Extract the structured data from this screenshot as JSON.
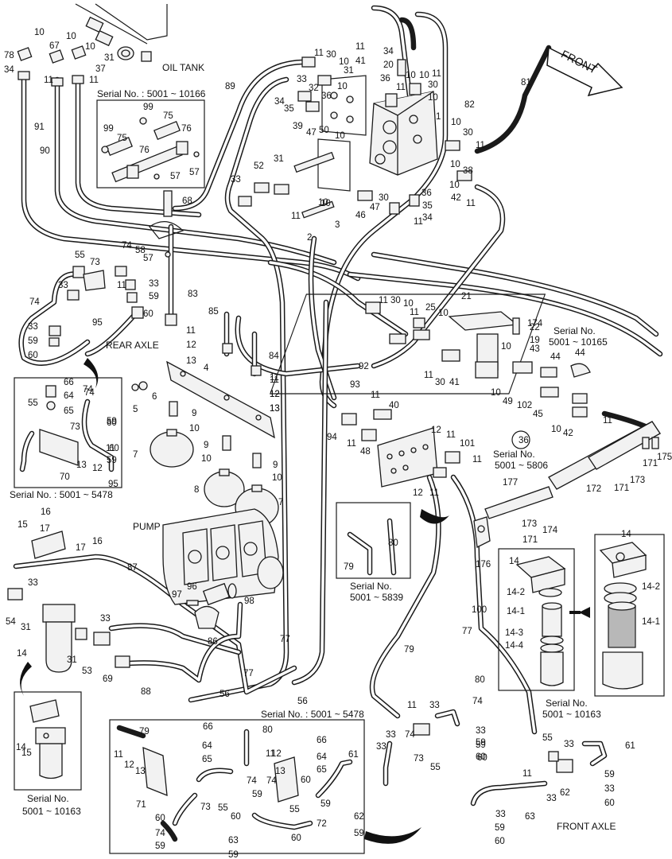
{
  "labels": {
    "oil_tank": "OIL TANK",
    "front": "FRONT",
    "pump": "PUMP",
    "rear_axle": "REAR AXLE",
    "front_axle": "FRONT AXLE"
  },
  "serials": {
    "s_top": "Serial No. : 5001 ~ 10166",
    "s_10165_a": "Serial No.",
    "s_10165_b": "5001 ~ 10165",
    "s_5806_a": "Serial No.",
    "s_5806_b": "5001 ~ 5806",
    "s_rear_5478": "Serial No. : 5001 ~ 5478",
    "s_5839_a": "Serial No.",
    "s_5839_b": "5001 ~ 5839",
    "s_10163_front_a": "Serial No.",
    "s_10163_front_b": "5001 ~ 10163",
    "s_bottom_5478": "Serial No. : 5001 ~ 5478",
    "s_10163_left_a": "Serial No.",
    "s_10163_left_b": "5001 ~ 10163"
  },
  "callouts": [
    {
      "t": "10"
    },
    {
      "t": "78"
    },
    {
      "t": "34"
    },
    {
      "t": "10"
    },
    {
      "t": "67"
    },
    {
      "t": "10"
    },
    {
      "t": "31"
    },
    {
      "t": "37"
    },
    {
      "t": "11"
    },
    {
      "t": "11"
    },
    {
      "t": "91"
    },
    {
      "t": "90"
    },
    {
      "t": "99"
    },
    {
      "t": "75"
    },
    {
      "t": "99"
    },
    {
      "t": "76"
    },
    {
      "t": "75"
    },
    {
      "t": "76"
    },
    {
      "t": "57"
    },
    {
      "t": "57"
    },
    {
      "t": "68"
    },
    {
      "t": "58"
    },
    {
      "t": "57"
    },
    {
      "t": "89"
    },
    {
      "t": "11"
    },
    {
      "t": "30"
    },
    {
      "t": "10"
    },
    {
      "t": "33"
    },
    {
      "t": "32"
    },
    {
      "t": "31"
    },
    {
      "t": "34"
    },
    {
      "t": "35"
    },
    {
      "t": "36"
    },
    {
      "t": "10"
    },
    {
      "t": "39"
    },
    {
      "t": "47"
    },
    {
      "t": "50"
    },
    {
      "t": "10"
    },
    {
      "t": "11"
    },
    {
      "t": "34"
    },
    {
      "t": "41"
    },
    {
      "t": "20"
    },
    {
      "t": "36"
    },
    {
      "t": "10"
    },
    {
      "t": "11"
    },
    {
      "t": "30"
    },
    {
      "t": "10"
    },
    {
      "t": "82"
    },
    {
      "t": "81"
    },
    {
      "t": "1"
    },
    {
      "t": "10"
    },
    {
      "t": "30"
    },
    {
      "t": "11"
    },
    {
      "t": "10"
    },
    {
      "t": "38"
    },
    {
      "t": "10"
    },
    {
      "t": "42"
    },
    {
      "t": "11"
    },
    {
      "t": "52"
    },
    {
      "t": "31"
    },
    {
      "t": "33"
    },
    {
      "t": "10"
    },
    {
      "t": "11"
    },
    {
      "t": "2"
    },
    {
      "t": "3"
    },
    {
      "t": "10"
    },
    {
      "t": "46"
    },
    {
      "t": "47"
    },
    {
      "t": "30"
    },
    {
      "t": "36"
    },
    {
      "t": "35"
    },
    {
      "t": "34"
    },
    {
      "t": "11"
    },
    {
      "t": "11"
    },
    {
      "t": "10"
    },
    {
      "t": "55"
    },
    {
      "t": "73"
    },
    {
      "t": "74"
    },
    {
      "t": "33"
    },
    {
      "t": "11"
    },
    {
      "t": "33"
    },
    {
      "t": "59"
    },
    {
      "t": "60"
    },
    {
      "t": "74"
    },
    {
      "t": "33"
    },
    {
      "t": "59"
    },
    {
      "t": "60"
    },
    {
      "t": "95"
    },
    {
      "t": "83"
    },
    {
      "t": "85"
    },
    {
      "t": "11"
    },
    {
      "t": "12"
    },
    {
      "t": "13"
    },
    {
      "t": "84"
    },
    {
      "t": "4"
    },
    {
      "t": "11"
    },
    {
      "t": "12"
    },
    {
      "t": "13"
    },
    {
      "t": "11"
    },
    {
      "t": "12"
    },
    {
      "t": "13"
    },
    {
      "t": "5"
    },
    {
      "t": "6"
    },
    {
      "t": "9"
    },
    {
      "t": "10"
    },
    {
      "t": "7"
    },
    {
      "t": "9"
    },
    {
      "t": "10"
    },
    {
      "t": "9"
    },
    {
      "t": "10"
    },
    {
      "t": "8"
    },
    {
      "t": "7"
    },
    {
      "t": "92"
    },
    {
      "t": "11"
    },
    {
      "t": "30"
    },
    {
      "t": "10"
    },
    {
      "t": "11"
    },
    {
      "t": "25"
    },
    {
      "t": "10"
    },
    {
      "t": "21"
    },
    {
      "t": "174"
    },
    {
      "t": "22"
    },
    {
      "t": "19"
    },
    {
      "t": "10"
    },
    {
      "t": "43"
    },
    {
      "t": "44"
    },
    {
      "t": "44"
    },
    {
      "t": "11"
    },
    {
      "t": "30"
    },
    {
      "t": "41"
    },
    {
      "t": "10"
    },
    {
      "t": "49"
    },
    {
      "t": "102"
    },
    {
      "t": "45"
    },
    {
      "t": "10"
    },
    {
      "t": "42"
    },
    {
      "t": "11"
    },
    {
      "t": "36"
    },
    {
      "t": "93"
    },
    {
      "t": "11"
    },
    {
      "t": "40"
    },
    {
      "t": "94"
    },
    {
      "t": "11"
    },
    {
      "t": "48"
    },
    {
      "t": "12"
    },
    {
      "t": "11"
    },
    {
      "t": "101"
    },
    {
      "t": "11"
    },
    {
      "t": "12"
    },
    {
      "t": "11"
    },
    {
      "t": "175"
    },
    {
      "t": "171"
    },
    {
      "t": "173"
    },
    {
      "t": "171"
    },
    {
      "t": "172"
    },
    {
      "t": "177"
    },
    {
      "t": "173"
    },
    {
      "t": "174"
    },
    {
      "t": "171"
    },
    {
      "t": "176"
    },
    {
      "t": "66"
    },
    {
      "t": "64"
    },
    {
      "t": "74"
    },
    {
      "t": "55"
    },
    {
      "t": "65"
    },
    {
      "t": "73"
    },
    {
      "t": "74"
    },
    {
      "t": "59"
    },
    {
      "t": "60"
    },
    {
      "t": "11"
    },
    {
      "t": "59"
    },
    {
      "t": "60"
    },
    {
      "t": "13"
    },
    {
      "t": "12"
    },
    {
      "t": "70"
    },
    {
      "t": "95"
    },
    {
      "t": "80"
    },
    {
      "t": "79"
    },
    {
      "t": "16"
    },
    {
      "t": "15"
    },
    {
      "t": "17"
    },
    {
      "t": "17"
    },
    {
      "t": "16"
    },
    {
      "t": "87"
    },
    {
      "t": "33"
    },
    {
      "t": "54"
    },
    {
      "t": "31"
    },
    {
      "t": "14"
    },
    {
      "t": "31"
    },
    {
      "t": "33"
    },
    {
      "t": "53"
    },
    {
      "t": "69"
    },
    {
      "t": "97"
    },
    {
      "t": "96"
    },
    {
      "t": "98"
    },
    {
      "t": "86"
    },
    {
      "t": "88"
    },
    {
      "t": "77"
    },
    {
      "t": "77"
    },
    {
      "t": "56"
    },
    {
      "t": "56"
    },
    {
      "t": "14"
    },
    {
      "t": "14-2"
    },
    {
      "t": "14-1"
    },
    {
      "t": "14-3"
    },
    {
      "t": "14-4"
    },
    {
      "t": "14"
    },
    {
      "t": "14-2"
    },
    {
      "t": "14-1"
    },
    {
      "t": "100"
    },
    {
      "t": "77"
    },
    {
      "t": "79"
    },
    {
      "t": "80"
    },
    {
      "t": "11"
    },
    {
      "t": "33"
    },
    {
      "t": "74"
    },
    {
      "t": "74"
    },
    {
      "t": "33"
    },
    {
      "t": "73"
    },
    {
      "t": "33"
    },
    {
      "t": "59"
    },
    {
      "t": "60"
    },
    {
      "t": "55"
    },
    {
      "t": "33"
    },
    {
      "t": "59"
    },
    {
      "t": "60"
    },
    {
      "t": "55"
    },
    {
      "t": "33"
    },
    {
      "t": "61"
    },
    {
      "t": "11"
    },
    {
      "t": "33"
    },
    {
      "t": "62"
    },
    {
      "t": "59"
    },
    {
      "t": "33"
    },
    {
      "t": "60"
    },
    {
      "t": "63"
    },
    {
      "t": "33"
    },
    {
      "t": "59"
    },
    {
      "t": "60"
    },
    {
      "t": "15"
    },
    {
      "t": "14"
    },
    {
      "t": "79"
    },
    {
      "t": "66"
    },
    {
      "t": "80"
    },
    {
      "t": "11"
    },
    {
      "t": "12"
    },
    {
      "t": "13"
    },
    {
      "t": "64"
    },
    {
      "t": "65"
    },
    {
      "t": "71"
    },
    {
      "t": "74"
    },
    {
      "t": "73"
    },
    {
      "t": "55"
    },
    {
      "t": "59"
    },
    {
      "t": "60"
    },
    {
      "t": "11"
    },
    {
      "t": "12"
    },
    {
      "t": "13"
    },
    {
      "t": "66"
    },
    {
      "t": "64"
    },
    {
      "t": "65"
    },
    {
      "t": "61"
    },
    {
      "t": "74"
    },
    {
      "t": "59"
    },
    {
      "t": "60"
    },
    {
      "t": "55"
    },
    {
      "t": "72"
    },
    {
      "t": "62"
    },
    {
      "t": "59"
    },
    {
      "t": "60"
    },
    {
      "t": "74"
    },
    {
      "t": "59"
    },
    {
      "t": "60"
    },
    {
      "t": "63"
    },
    {
      "t": "59"
    },
    {
      "t": "60"
    }
  ]
}
